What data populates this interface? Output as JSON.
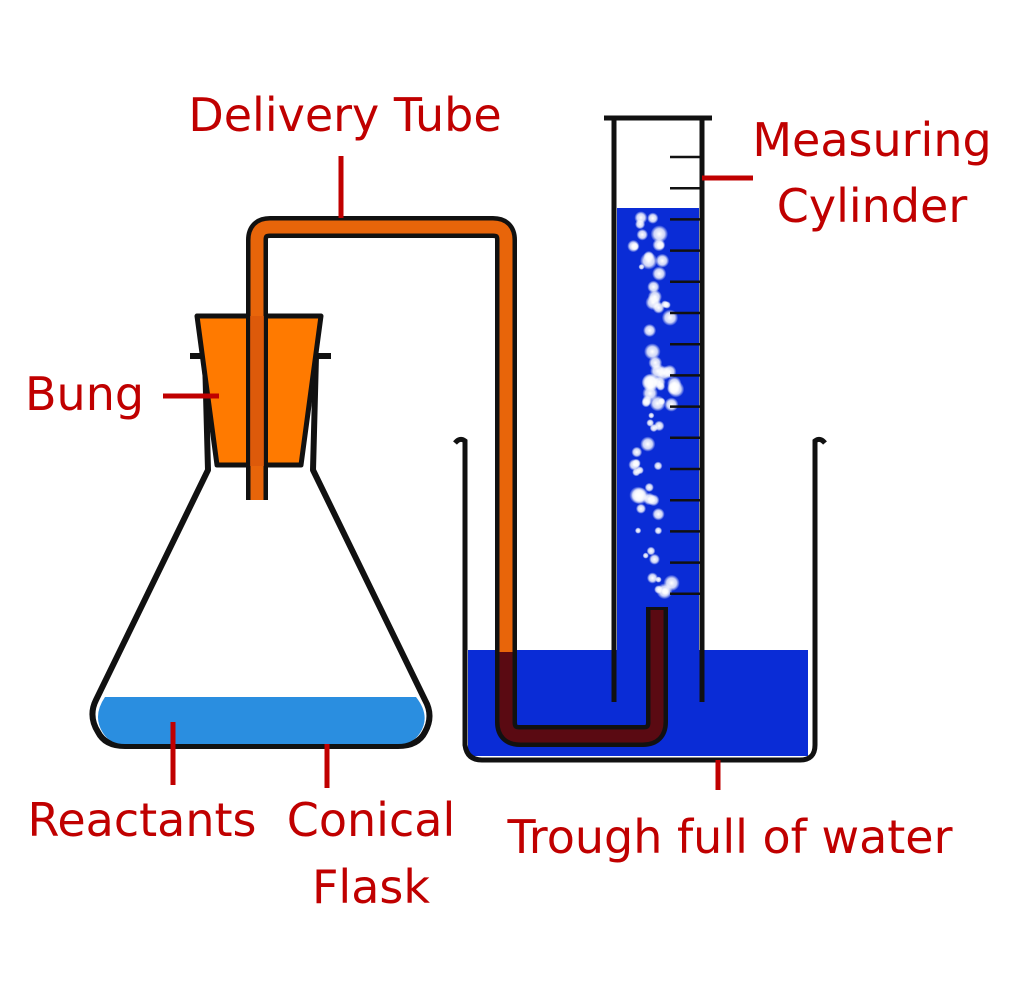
{
  "labels": {
    "delivery_tube": "Delivery Tube",
    "measuring_cylinder_line1": "Measuring",
    "measuring_cylinder_line2": "Cylinder",
    "bung": "Bung",
    "reactants": "Reactants",
    "conical_flask_line1": "Conical",
    "conical_flask_line2": "Flask",
    "trough": "Trough full of water"
  },
  "colors": {
    "label": "#c00000",
    "tube": "#e8650a",
    "bung": "#ff7a00",
    "water": "#0a2cd6",
    "reactants": "#2a8ee0",
    "outline": "#111111",
    "tube_submerged": "#5a0a12"
  }
}
